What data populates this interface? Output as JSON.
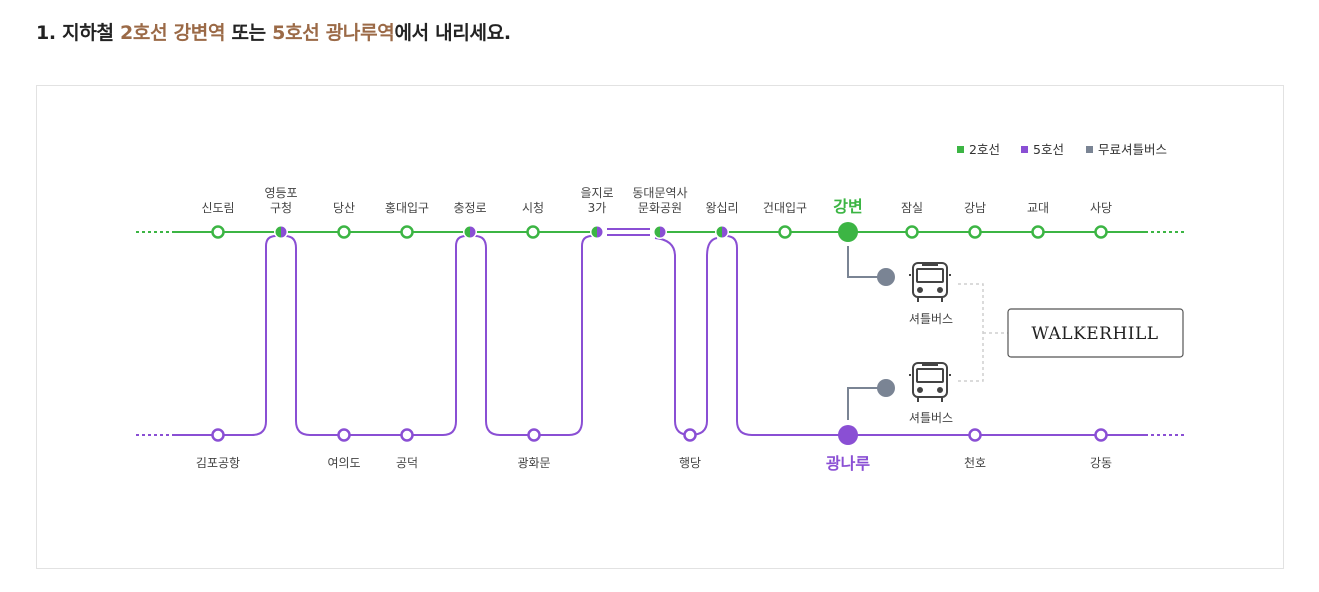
{
  "heading": {
    "prefix": "1. 지하철 ",
    "line2_station": "2호선 강변역",
    "middle": " 또는 ",
    "line5_station": "5호선 광나루역",
    "suffix": "에서 내리세요."
  },
  "legend": [
    {
      "label": "2호선",
      "color": "#3cb544"
    },
    {
      "label": "5호선",
      "color": "#8a4fd4"
    },
    {
      "label": "무료셔틀버스",
      "color": "#7a8494"
    }
  ],
  "colors": {
    "line2": "#3cb544",
    "line5": "#8a4fd4",
    "shuttle": "#7a8494",
    "transfer_line2": "#3cb544",
    "transfer_line5": "#8a4fd4"
  },
  "line2_stations": [
    {
      "name": "신도림",
      "type": "normal"
    },
    {
      "name": "영등포\n구청",
      "type": "transfer"
    },
    {
      "name": "당산",
      "type": "normal"
    },
    {
      "name": "홍대입구",
      "type": "normal"
    },
    {
      "name": "충정로",
      "type": "transfer"
    },
    {
      "name": "시청",
      "type": "normal"
    },
    {
      "name": "을지로\n3가",
      "type": "transfer"
    },
    {
      "name": "동대문역사\n문화공원",
      "type": "transfer"
    },
    {
      "name": "왕십리",
      "type": "transfer"
    },
    {
      "name": "건대입구",
      "type": "normal"
    },
    {
      "name": "강변",
      "type": "major"
    },
    {
      "name": "잠실",
      "type": "normal"
    },
    {
      "name": "강남",
      "type": "normal"
    },
    {
      "name": "교대",
      "type": "normal"
    },
    {
      "name": "사당",
      "type": "normal"
    }
  ],
  "line5_stations": [
    {
      "name": "김포공항",
      "type": "normal"
    },
    {
      "name": "여의도",
      "type": "normal"
    },
    {
      "name": "공덕",
      "type": "normal"
    },
    {
      "name": "광화문",
      "type": "normal"
    },
    {
      "name": "행당",
      "type": "normal"
    },
    {
      "name": "광나루",
      "type": "major"
    },
    {
      "name": "천호",
      "type": "normal"
    },
    {
      "name": "강동",
      "type": "normal"
    }
  ],
  "shuttle": {
    "upper_label": "셔틀버스",
    "lower_label": "셔틀버스",
    "destination": "WALKERHILL"
  }
}
